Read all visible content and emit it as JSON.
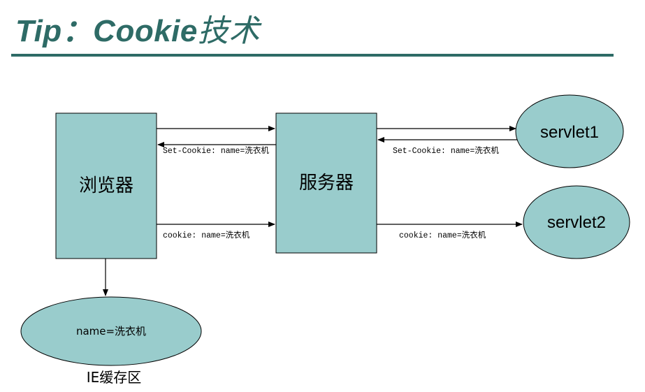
{
  "title": {
    "latin": "Tip：Cookie",
    "cjk": "技术"
  },
  "nodes": {
    "browser": "浏览器",
    "server": "服务器",
    "servlet1": "servlet1",
    "servlet2": "servlet2",
    "cache_content": "name=洗衣机",
    "cache_label": "IE缓存区"
  },
  "edges": {
    "browser_to_server_request": "",
    "server_to_browser_set_cookie": "Set-Cookie: name=洗衣机",
    "browser_to_server_cookie": "cookie: name=洗衣机",
    "server_to_servlet1_request": "",
    "servlet1_to_server_set_cookie": "Set-Cookie: name=洗衣机",
    "server_to_servlet2_cookie": "cookie: name=洗衣机"
  },
  "colors": {
    "title": "#2e6b66",
    "node_fill": "#99cccc",
    "stroke": "#000000"
  }
}
